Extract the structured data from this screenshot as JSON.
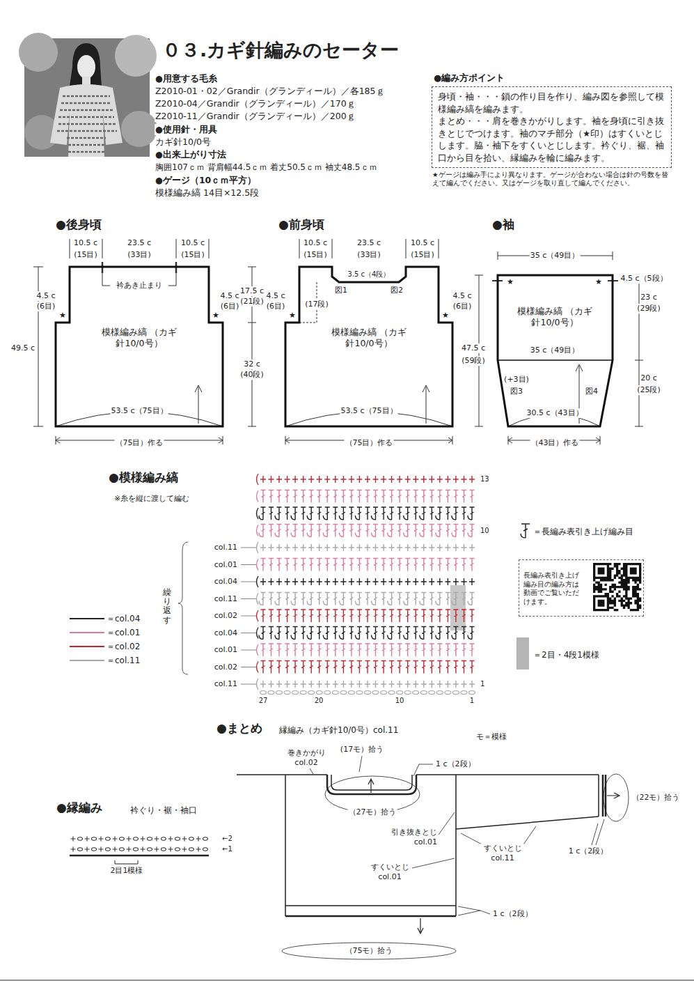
{
  "diagram": {
    "title": "０３.カギ針編みのセーター",
    "nodes": [
      {
        "text": [
          "●編み方ポイント",
          "身頃・袖・・・鎖の作り目を作り、編み図を参照して模様編み縞を編みます。",
          "まとめ・・・肩を巻きかがりします。袖を身頃に引き抜きとじでつけます。袖のマチ部分（★印）はすくいとじします。脇・袖下をすくいとじします。衿ぐり、裾、袖口から目を拾い、縁編みを輪に編みます。"
        ]
      },
      {
        "text": [
          "●後身頃",
          "模様編み縞 （カギ針10/0号）"
        ]
      },
      {
        "text": [
          "●前身頃",
          "模様編み縞 （カギ針10/0号）"
        ]
      },
      {
        "text": [
          "●袖",
          "模様編み縞 （カギ針10/0号）"
        ]
      },
      {
        "text": [
          "長編み表引き上げ編み目の編み方は動画でご覧いただけます。"
        ]
      }
    ],
    "labels": [
      "●用意する毛糸",
      "Z2010-01・02／Grandir（グランディール）／各185ｇ",
      "Z2010-04／Grandir（グランディール）／170ｇ",
      "Z2010-11／Grandir（グランディール）／200ｇ",
      "●使用針・用具",
      "カギ針10/0号",
      "●出来上がり寸法",
      "胸囲107ｃｍ 背肩幅44.5ｃｍ 着丈50.5ｃｍ 袖丈48.5ｃｍ",
      "●ゲージ（10ｃｍ平方）",
      "模様編み縞 14目×12.5段",
      "★ゲージは編み手により異なります。ゲージが合わない場合は針の号数を替えて編んでください。又はゲージを取り直して編んでください。",
      "10.5 c",
      "(15目)",
      "23.5 c",
      "(33目)",
      "10.5 c",
      "(15目)",
      "衿あき止まり",
      "4.5 c",
      "(6目)",
      "★",
      "4.5 c",
      "(6目)",
      "★",
      "49.5 c",
      "53.5 c（75目）",
      "（75目）作る",
      "10.5 c",
      "(15目)",
      "23.5 c",
      "(33目)",
      "10.5 c",
      "(15目)",
      "3.5 c（4段）",
      "図1",
      "図2",
      "(17段)",
      "4.5 c",
      "(6目)",
      "★",
      "4.5 c",
      "(6目)",
      "★",
      "17.5 c",
      "(21段)",
      "32 c",
      "(40段)",
      "53.5 c（75目）",
      "（75目）作る",
      "35 c（49目）",
      "★",
      "★",
      "4.5 c（5段）",
      "47.5 c",
      "(59段)",
      "23 c",
      "(29段)",
      "35 c（49目）",
      "(+3目)",
      "図3",
      "図4",
      "20 c",
      "(25段)",
      "30.5 c（43目）",
      "（43目）作る",
      "●模様編み縞",
      "※糸を縦に渡して編む",
      "col.11",
      "col.01",
      "col.04",
      "col.11",
      "col.02",
      "col.04",
      "col.01",
      "col.02",
      "col.11",
      "繰り返す",
      "13",
      "10",
      "1",
      "27",
      "20",
      "10",
      "1",
      "＝長編み表引き上げ編み目",
      "＝2目・4段1模様",
      "●まとめ",
      "縁編み（カギ針10/0号）col.11",
      "モ＝模様",
      "巻きかがり col.02",
      "(17モ）拾う",
      "1 c（2段）",
      "（27モ）拾う",
      "引き抜きとじ col.01",
      "すくいとじ col.01",
      "すくいとじ col.11",
      "（22モ）拾う",
      "1 c（2段）",
      "1 c（2段）",
      "（75モ）拾う",
      "●縁編み",
      "衿ぐり・裾・袖口",
      "←2",
      "←1",
      "2目1模様"
    ],
    "legend": [
      {
        "text": "＝col.04"
      },
      {
        "text": "＝col.01"
      },
      {
        "text": "＝col.02"
      },
      {
        "text": "＝col.11"
      }
    ]
  }
}
